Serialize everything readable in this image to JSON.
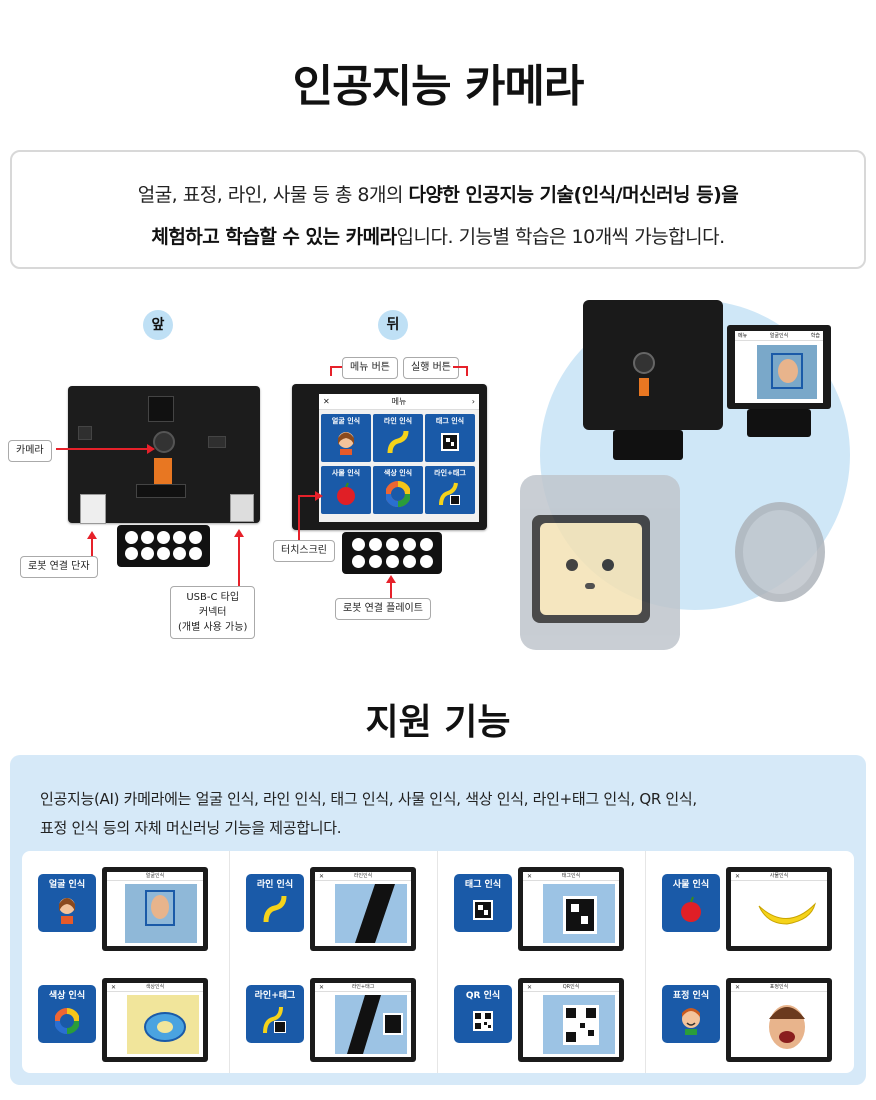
{
  "title": "인공지능 카메라",
  "intro": {
    "line1_pre": "얼굴, 표정, 라인, 사물 등 총 8개의 ",
    "line1_bold": "다양한 인공지능 기술(인식/머신러닝 등)을",
    "line2_bold": "체험하고 학습할 수 있는 카메라",
    "line2_post": "입니다. 기능별 학습은 10개씩 가능합니다."
  },
  "hardware": {
    "front_badge": "앞",
    "back_badge": "뒤",
    "callouts": {
      "camera": "카메라",
      "robot_terminal": "로봇 연결 단자",
      "usbc_1": "USB-C 타입",
      "usbc_2": "커넥터",
      "usbc_3": "(개별 사용 가능)",
      "menu_button": "메뉴 버튼",
      "run_button": "실행 버튼",
      "touchscreen": "터치스크린",
      "robot_plate": "로봇 연결 플레이트"
    },
    "screen_menu_title": "메뉴",
    "tiles": [
      "얼굴 인식",
      "라인 인식",
      "태그 인식",
      "사물 인식",
      "색상 인식",
      "라인+태그"
    ],
    "robot_screen": {
      "menu": "메뉴",
      "title": "얼굴인식",
      "learn": "학습"
    }
  },
  "features": {
    "title": "지원 기능",
    "desc1": "인공지능(AI) 카메라에는 얼굴 인식, 라인 인식, 태그 인식, 사물 인식, 색상 인식, 라인+태그 인식, QR 인식,",
    "desc2": "표정 인식 등의 자체 머신러닝 기능을 제공합니다.",
    "items": [
      {
        "label": "얼굴 인식",
        "screen": "얼굴인식"
      },
      {
        "label": "라인 인식",
        "screen": "라인인식"
      },
      {
        "label": "태그 인식",
        "screen": "태그인식"
      },
      {
        "label": "사물 인식",
        "screen": "사물인식"
      },
      {
        "label": "색상 인식",
        "screen": "색상인식"
      },
      {
        "label": "라인+태그",
        "screen": "라인+태그"
      },
      {
        "label": "QR 인식",
        "screen": "QR인식"
      },
      {
        "label": "표정 인식",
        "screen": "표정인식"
      }
    ]
  },
  "colors": {
    "accent_blue": "#1a5aa8",
    "callout_red": "#e6212a",
    "panel_bg": "#d6e9f8",
    "badge_bg": "#bfe0f5"
  }
}
